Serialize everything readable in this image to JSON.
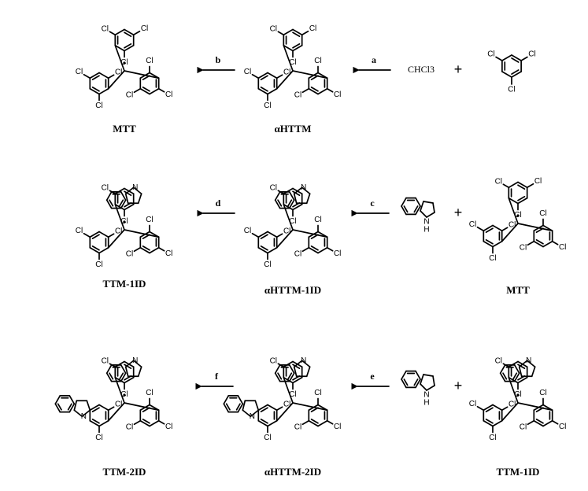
{
  "chlorine_symbol": "Cl",
  "nitrogen_symbol": "N",
  "nh_label": "H",
  "plus_sign": "+",
  "reagent_chcl3": "CHCl3",
  "compounds": {
    "mtt": "MTT",
    "mtth": "αHTTM",
    "tcb": "",
    "mtt_1id": "TTM-1ID",
    "mtth_1id": "αHTTM-1ID",
    "mtt_2id": "TTM-2ID",
    "mtth_2id": "αHTTM-2ID"
  },
  "compound_labels_shown": [
    "MTT",
    "αHTTM",
    "TTM-1ID",
    "αHTTM-1ID",
    "MTT",
    "TTM-2ID",
    "αHTTM-2ID",
    "TTM-1ID"
  ],
  "reaction_conditions": [
    "a",
    "b",
    "c",
    "d",
    "e",
    "f"
  ],
  "note_mirrored": true
}
